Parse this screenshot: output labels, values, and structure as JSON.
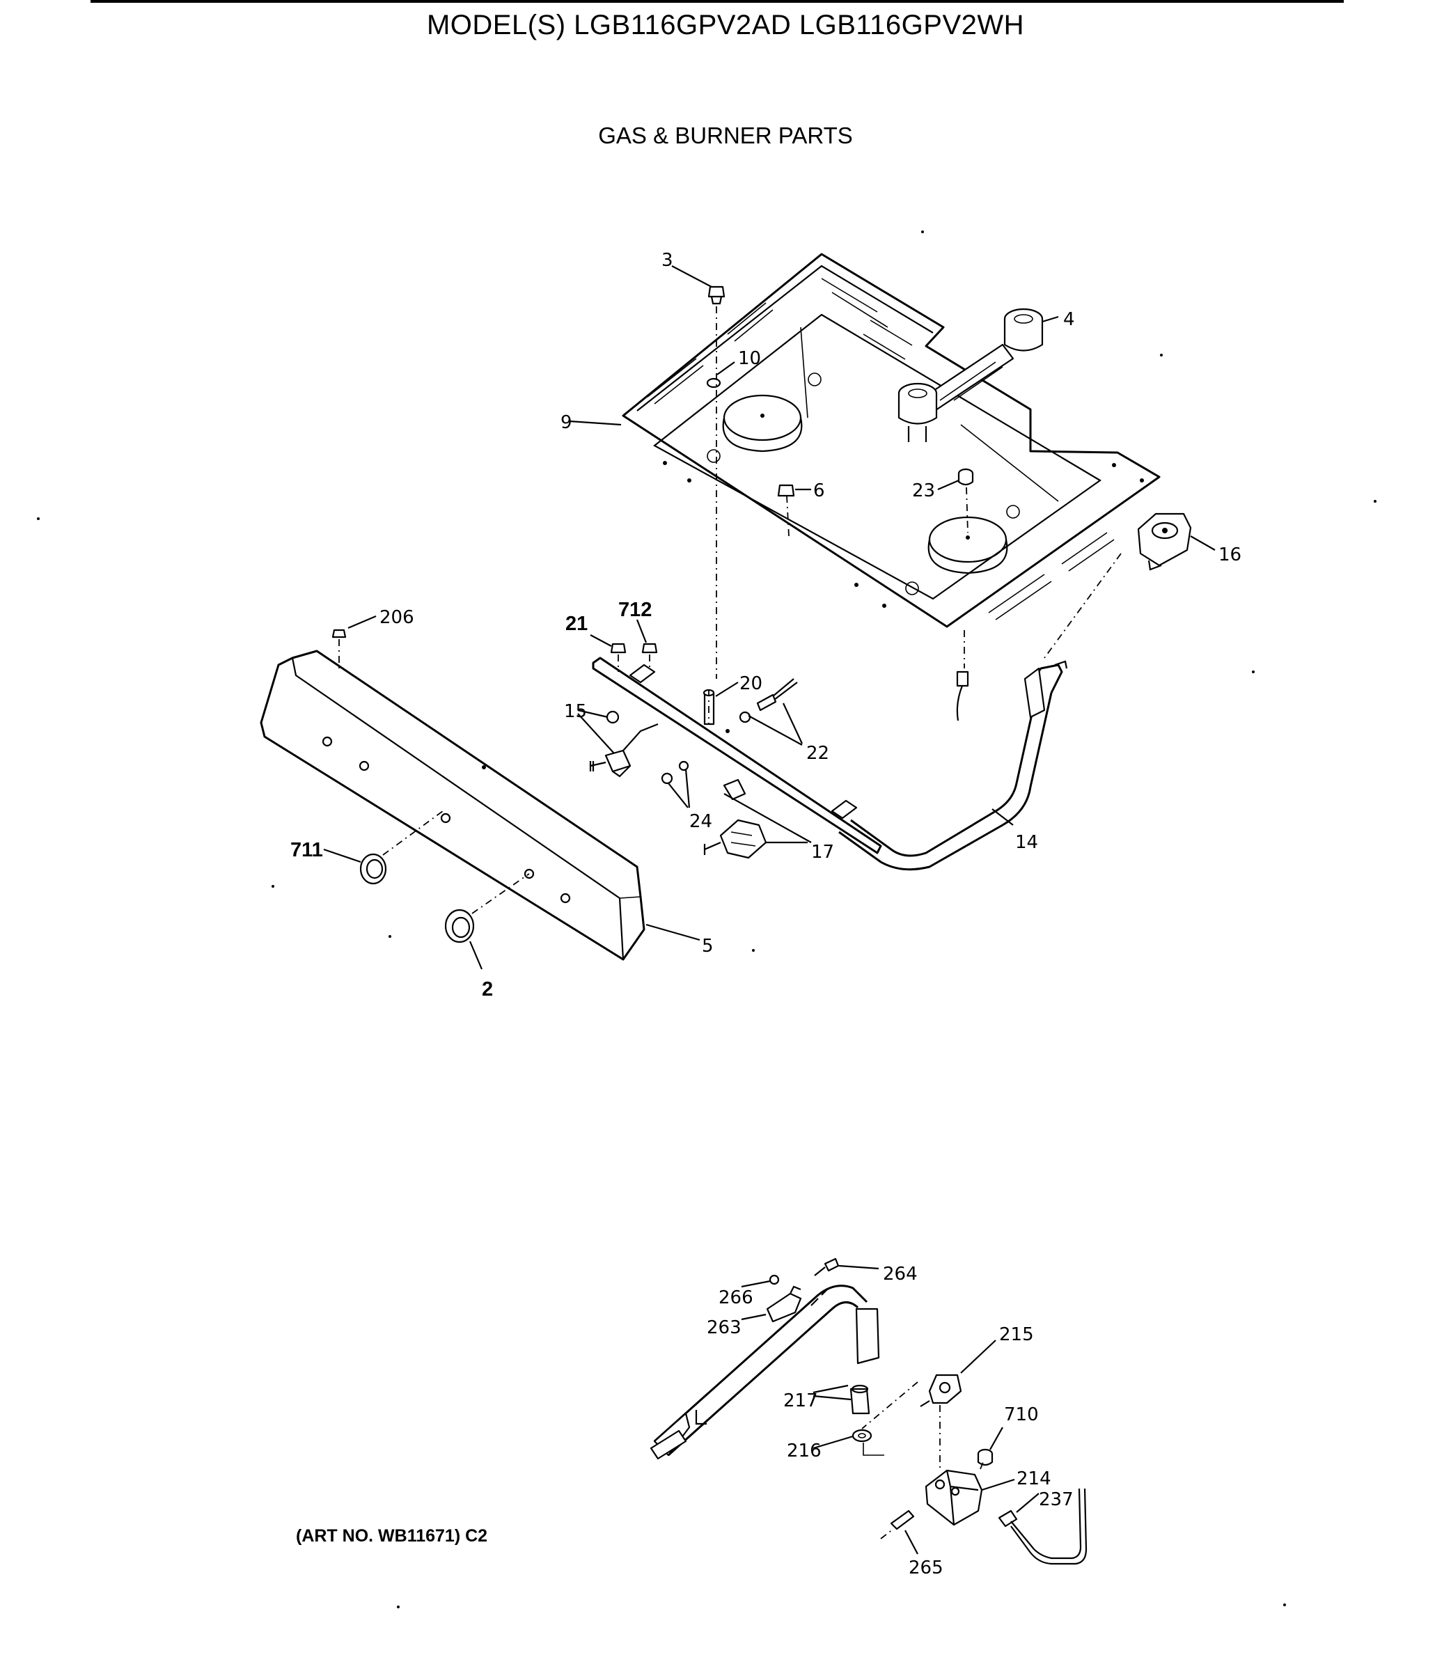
{
  "header": {
    "model_title": "MODEL(S) LGB116GPV2AD  LGB116GPV2WH",
    "section_title": "GAS & BURNER PARTS"
  },
  "footer": {
    "art_number": "(ART NO. WB11671) C2"
  },
  "part_labels": {
    "p3": "3",
    "p4": "4",
    "p10": "10",
    "p9": "9",
    "p6": "6",
    "p23": "23",
    "p16": "16",
    "p206": "206",
    "p21": "21",
    "p712": "712",
    "p20": "20",
    "p15": "15",
    "p22": "22",
    "p24": "24",
    "p14": "14",
    "p711": "711",
    "p17": "17",
    "p5": "5",
    "p2": "2",
    "p264": "264",
    "p266": "266",
    "p263": "263",
    "p215": "215",
    "p217": "217",
    "p710": "710",
    "p216": "216",
    "p214": "214",
    "p237": "237",
    "p265": "265"
  }
}
